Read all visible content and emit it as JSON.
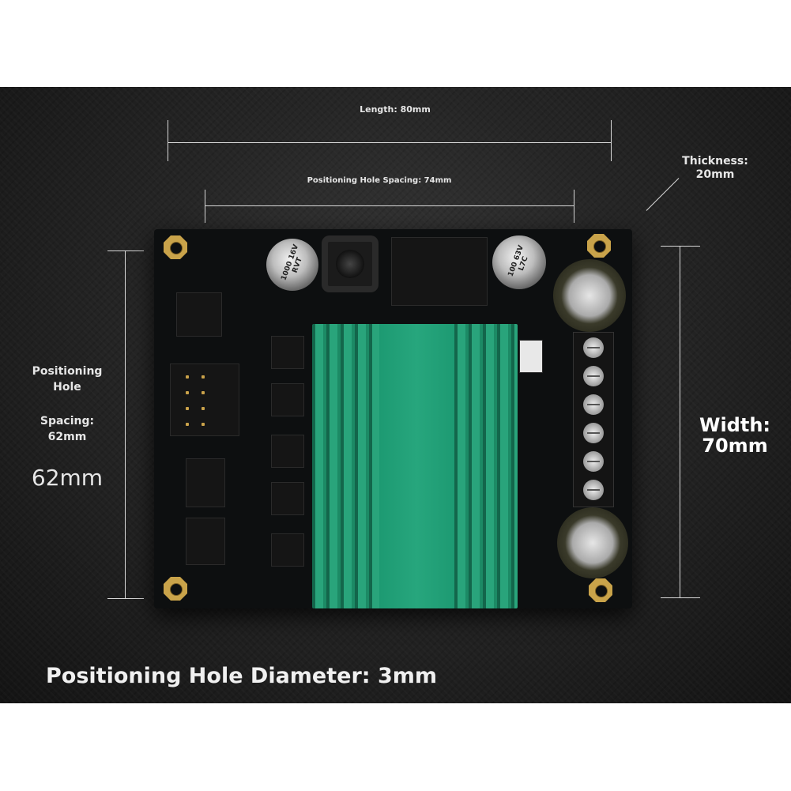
{
  "labels": {
    "length": "Length: 80mm",
    "hole_spacing_h": "Positioning Hole Spacing: 74mm",
    "thickness_line1": "Thickness:",
    "thickness_line2": "20mm",
    "hole_v_line1": "Positioning",
    "hole_v_line2": "Hole",
    "spacing_line1": "Spacing:",
    "spacing_line2": "62mm",
    "left_big": "62mm",
    "width_line1": "Width:",
    "width_line2": "70mm",
    "caption": "Positioning Hole Diameter: 3mm"
  },
  "components": {
    "cap1_text": "1000 16V RVT",
    "cap2_text": "100 63V L7C"
  },
  "colors": {
    "heatsink": "#1f8f6a",
    "pcb": "#0d0f10",
    "mounting_pad": "#c9a34a"
  }
}
